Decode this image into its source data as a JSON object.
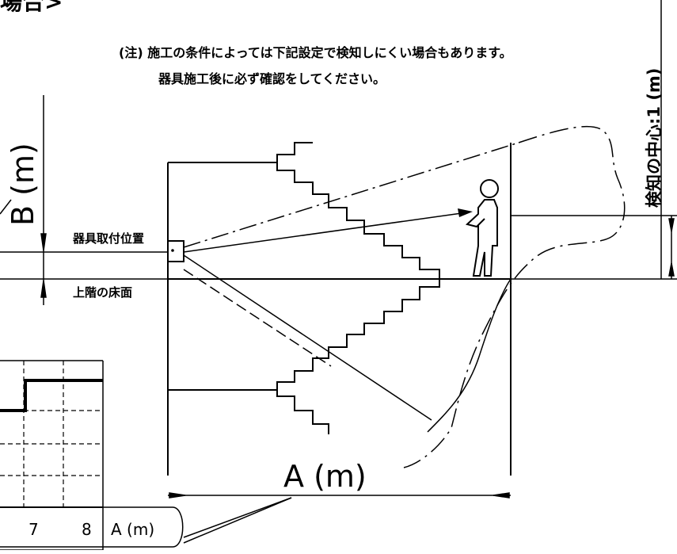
{
  "heading_fragment": "場合>",
  "notes": {
    "line1": "(注) 施工の条件によっては下記設定で検知しにくい場合もあります。",
    "line2": "器具施工後に必ず確認をしてください。"
  },
  "labels": {
    "b_dim": "B (m)",
    "a_dim": "A (m)",
    "a_legend": "A (m)",
    "mount_position": "器具取付位置",
    "upper_floor": "上階の床面",
    "detection_center": "検知の中心:1 (m)"
  },
  "graph": {
    "x_ticks": [
      "7",
      "8"
    ]
  }
}
